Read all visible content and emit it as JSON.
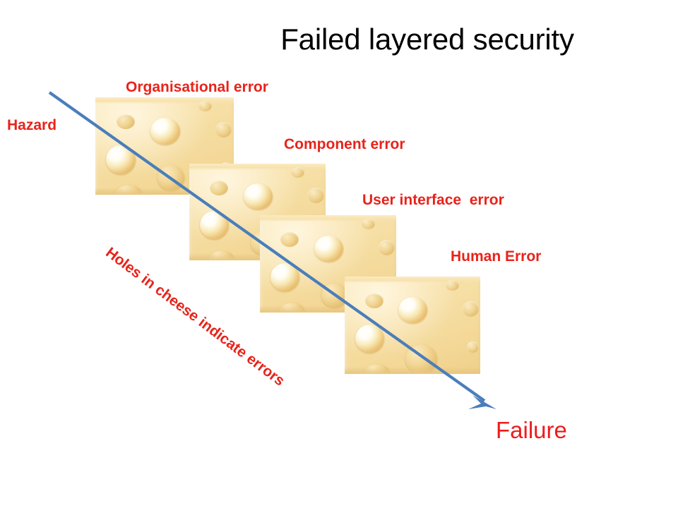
{
  "slide": {
    "title": "Failed layered security",
    "background_color": "#ffffff"
  },
  "colors": {
    "label_red": "#E8231A",
    "failure_red": "#EE1C1C",
    "title_black": "#000000",
    "arrow_blue": "#4A7EBB",
    "cheese_body": "#F6DFA5",
    "cheese_highlight": "#FAE7B8",
    "cheese_shadow": "#EFD08A",
    "hole_highlight": "#FFFFFF",
    "hole_rim": "#DCB05B"
  },
  "labels": {
    "hazard": "Hazard",
    "organisational_error": "Organisational error",
    "component_error": "Component error",
    "user_interface_error": "User interface  error",
    "human_error": "Human Error",
    "failure": "Failure",
    "holes_note": "Holes in cheese indicate errors"
  },
  "layers": [
    {
      "name": "organisational-layer",
      "label": "Organisational error"
    },
    {
      "name": "component-layer",
      "label": "Component error"
    },
    {
      "name": "user-interface-layer",
      "label": "User interface  error"
    },
    {
      "name": "human-layer",
      "label": "Human Error"
    }
  ],
  "arrow": {
    "name": "hazard-to-failure-arrow",
    "color": "#4A7EBB",
    "start": "70,131",
    "end": "700,578",
    "stroke_width": 4
  }
}
